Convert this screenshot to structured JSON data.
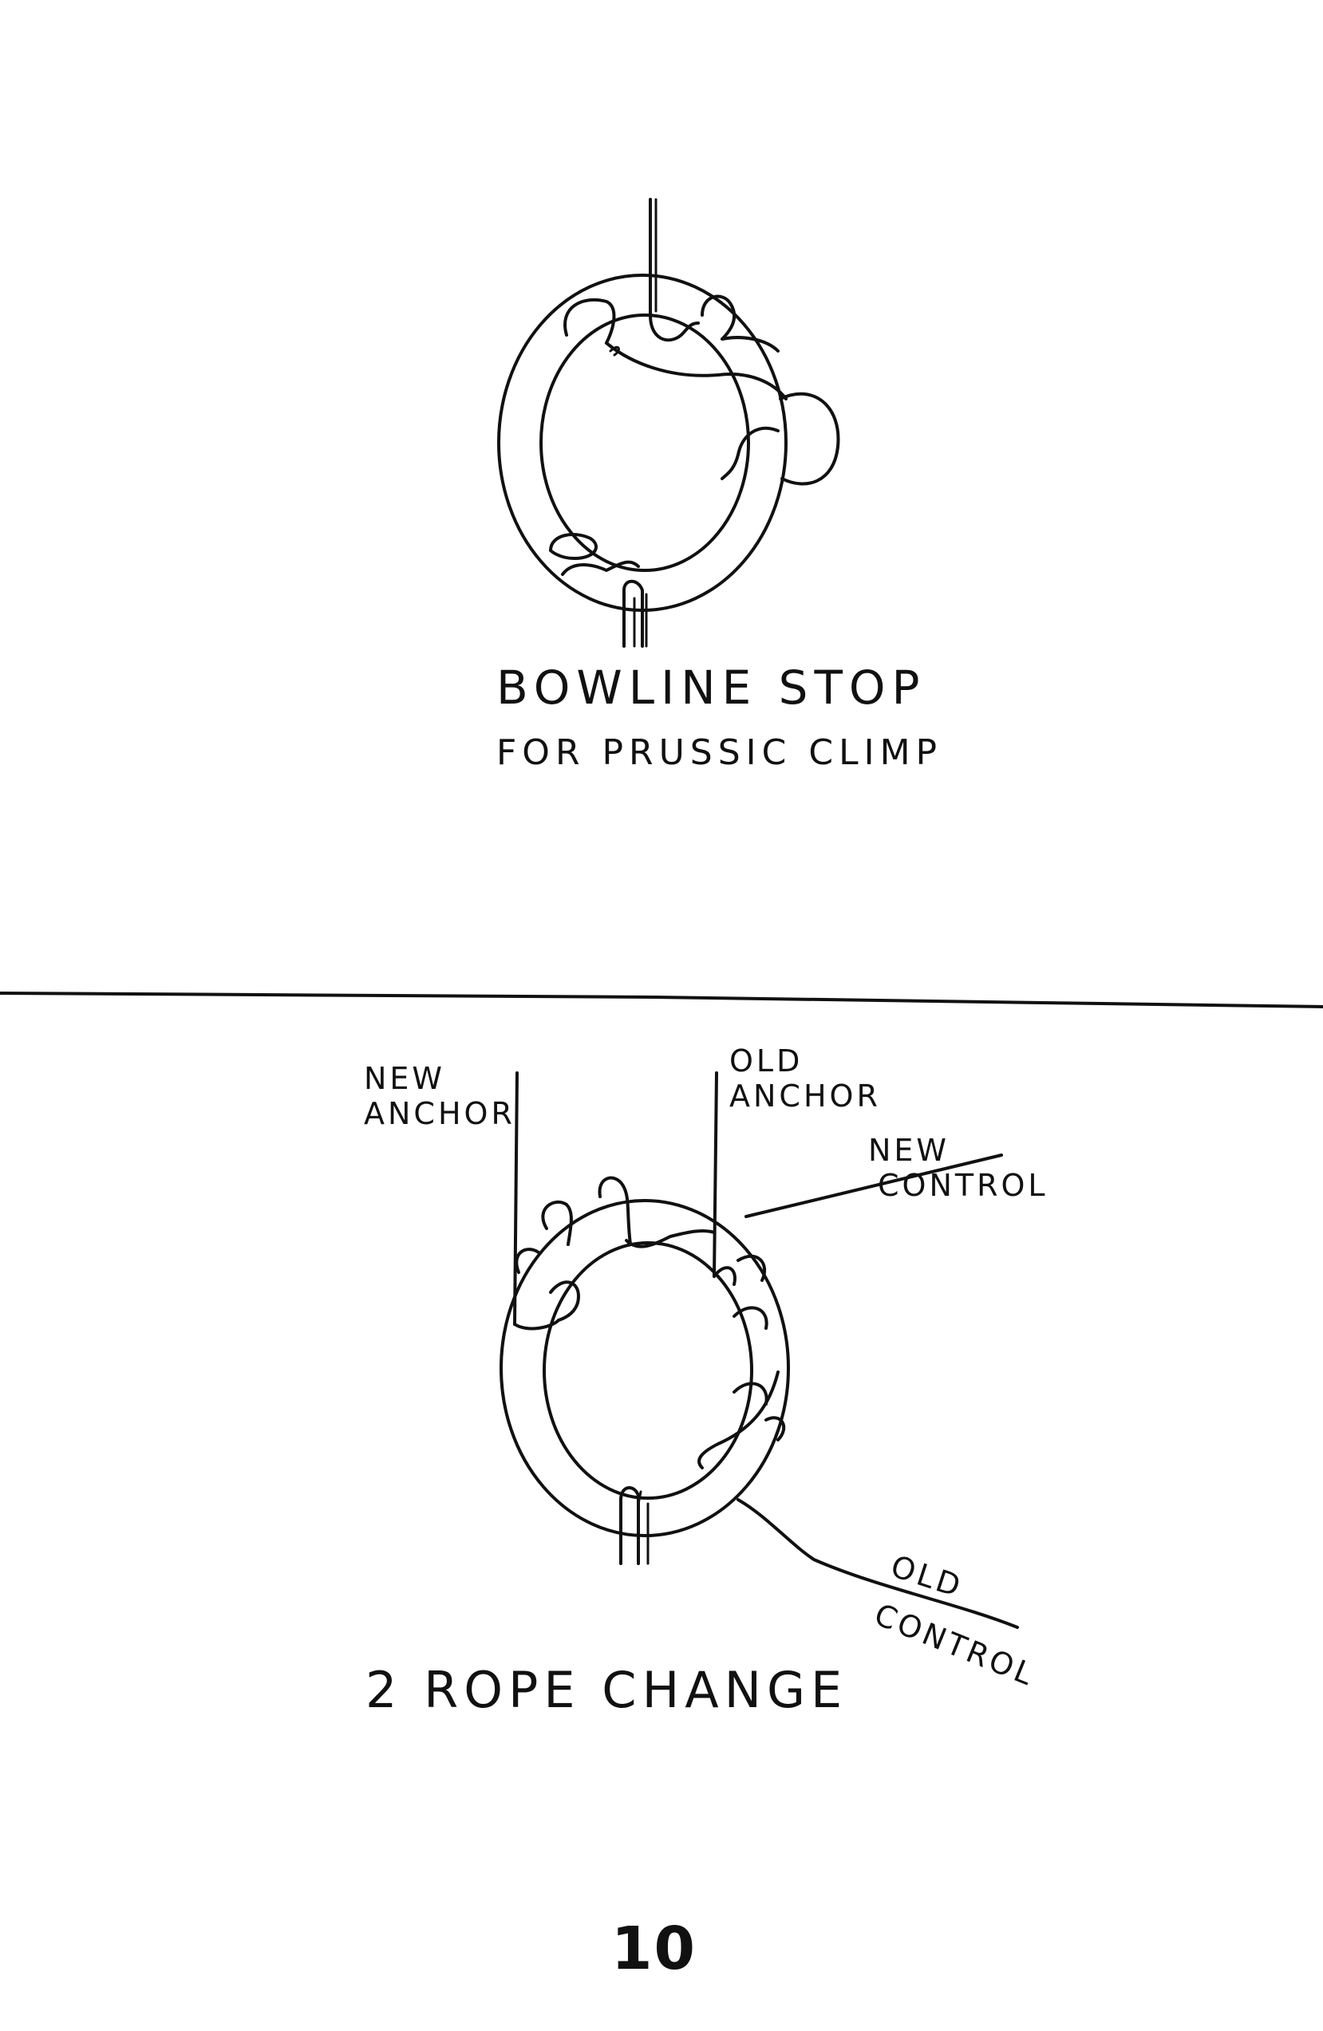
{
  "top_figure": {
    "caption_line1": "BOWLINE STOP",
    "caption_line2": "FOR PRUSSIC CLIMP"
  },
  "bottom_figure": {
    "caption": "2 ROPE CHANGE",
    "labels": {
      "new_anchor_1": "NEW",
      "new_anchor_2": "ANCHOR",
      "old_anchor_1": "OLD",
      "old_anchor_2": "ANCHOR",
      "new_control_1": "NEW",
      "new_control_2": "CONTROL",
      "old_control_1": "OLD",
      "old_control_2": "CONTROL"
    }
  },
  "page_number": "10"
}
